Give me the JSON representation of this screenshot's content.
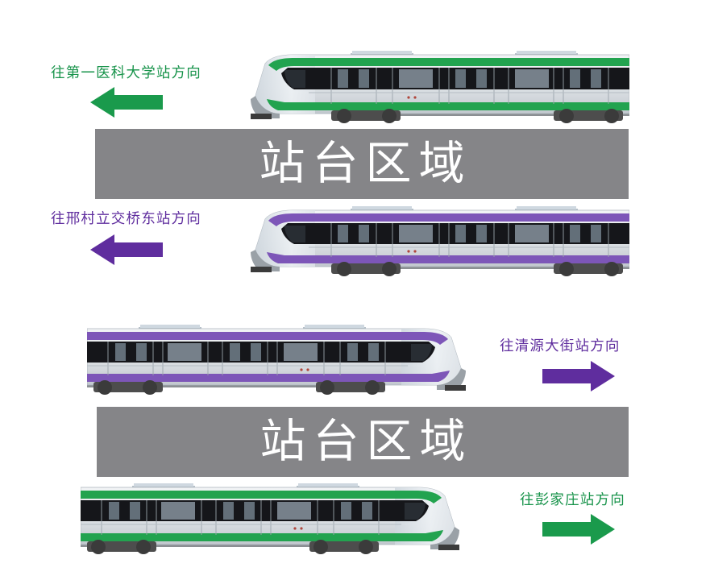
{
  "page": {
    "title": "Metro platform boarding direction diagram",
    "background": "#ffffff"
  },
  "colors": {
    "green": "#17934a",
    "green_arrow": "#1a9a4c",
    "purple": "#5f2d9e",
    "purple_arrow": "#5f2d9e",
    "platform_gray": "#858588",
    "platform_text": "#ffffff",
    "train_body": "#d9dde0",
    "train_window_band": "#15161a",
    "train_roof": "#b9c3cc",
    "bogie": "#4a4a4a"
  },
  "platforms": [
    {
      "label": "站台区域"
    },
    {
      "label": "站台区域"
    }
  ],
  "directions": [
    {
      "id": "to-first-medical-university",
      "text": "往第一医科大学站方向",
      "arrow": "arrow-left",
      "color": "#17934a",
      "side": "left"
    },
    {
      "id": "to-xingcun-interchange-east",
      "text": "往邢村立交桥东站方向",
      "arrow": "arrow-left",
      "color": "#5f2d9e",
      "side": "left"
    },
    {
      "id": "to-qingyuan-street",
      "text": "往清源大街站方向",
      "arrow": "arrow-right",
      "color": "#5f2d9e",
      "side": "right"
    },
    {
      "id": "to-pengjiazhuang",
      "text": "往彭家庄站方向",
      "arrow": "arrow-right",
      "color": "#17934a",
      "side": "right"
    }
  ],
  "trains": [
    {
      "id": "train-green-facing-left",
      "stripe": "#2aa council",
      "facing": "left",
      "stripe_color": "#22a34f"
    },
    {
      "id": "train-purple-facing-left",
      "stripe_color": "#7d56b8",
      "facing": "left"
    },
    {
      "id": "train-purple-facing-right",
      "stripe_color": "#7d56b8",
      "facing": "right"
    },
    {
      "id": "train-green-facing-right",
      "stripe_color": "#22a34f",
      "facing": "right"
    }
  ]
}
